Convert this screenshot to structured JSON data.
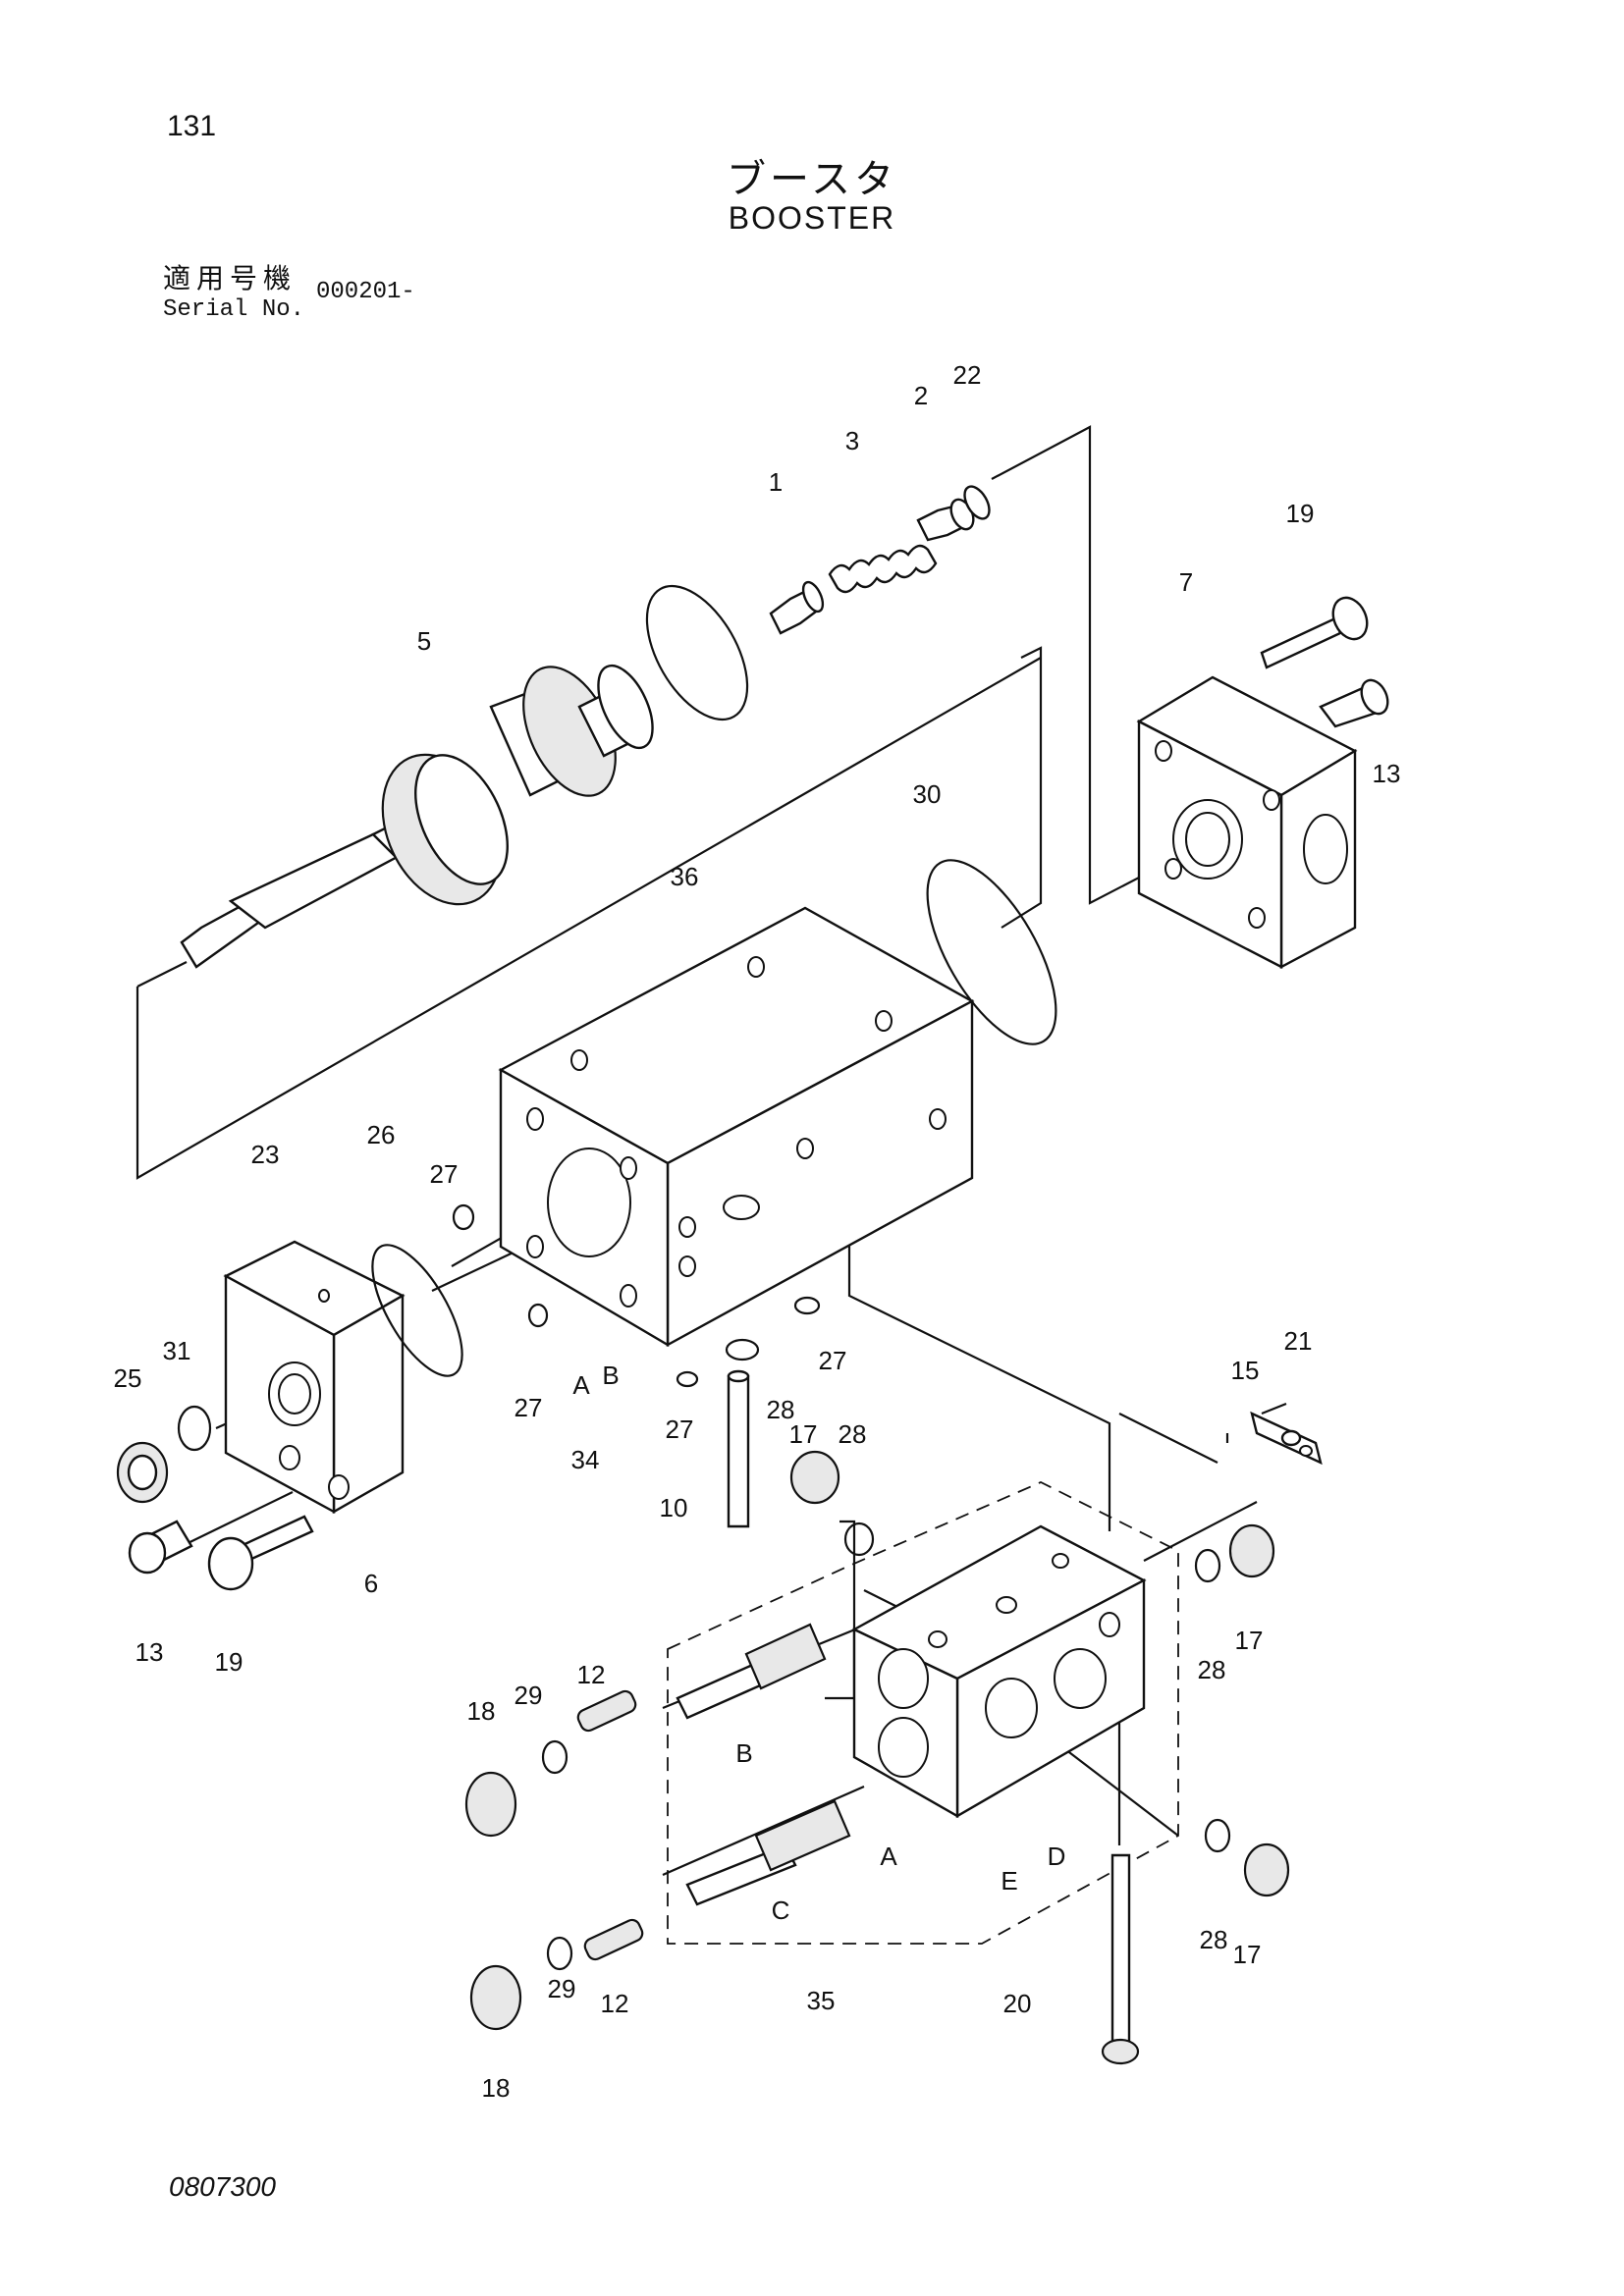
{
  "page_number": "131",
  "title_jp": "ブースタ",
  "title_en": "BOOSTER",
  "serial_label_jp": "適用号機",
  "serial_label_en": "Serial No.",
  "serial_value": "000201-",
  "document_code": "0807300",
  "callouts": [
    "1",
    "2",
    "3",
    "5",
    "6",
    "7",
    "10",
    "12",
    "12",
    "13",
    "13",
    "15",
    "17",
    "17",
    "17",
    "18",
    "18",
    "19",
    "19",
    "20",
    "21",
    "22",
    "23",
    "25",
    "26",
    "27",
    "27",
    "27",
    "27",
    "28",
    "28",
    "28",
    "28",
    "29",
    "29",
    "30",
    "31",
    "34",
    "35",
    "36",
    "A",
    "B",
    "A",
    "B",
    "C",
    "D",
    "E"
  ]
}
